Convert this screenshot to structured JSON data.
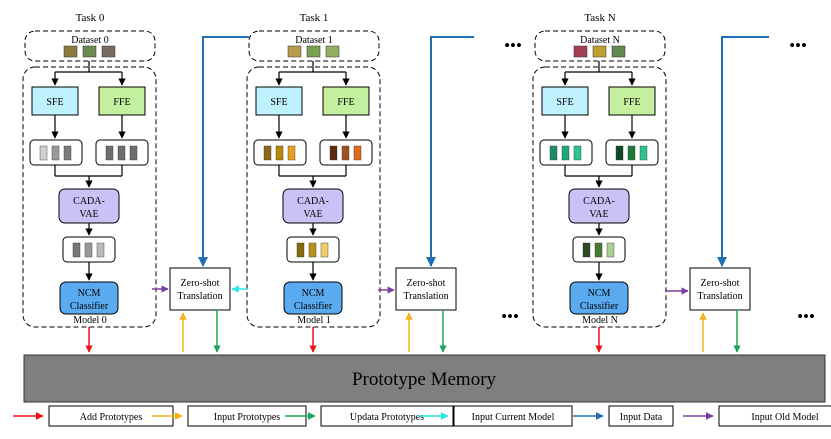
{
  "tasks": [
    {
      "title": "Task 0",
      "dataset": "Dataset 0",
      "model": "Model 0",
      "feat_colors": [
        "#d0d0d0",
        "#9a9a9a",
        "#7c7c7c"
      ],
      "frost_colors": [
        "#6e6e6e",
        "#6e6e6e",
        "#6e6e6e"
      ],
      "vae_colors": [
        "#777777",
        "#999999",
        "#bbbbbb"
      ]
    },
    {
      "title": "Task 1",
      "dataset": "Dataset 1",
      "model": "Model 1",
      "feat_colors": [
        "#8a6a14",
        "#b8860b",
        "#e8a020"
      ],
      "frost_colors": [
        "#5a2c0c",
        "#a0521e",
        "#e06818"
      ],
      "vae_colors": [
        "#8a6a10",
        "#b8901a",
        "#f0cc6a"
      ]
    },
    {
      "title": "Task N",
      "dataset": "Dataset N",
      "model": "Model N",
      "feat_colors": [
        "#1e8c6a",
        "#1fa878",
        "#2cc48c"
      ],
      "frost_colors": [
        "#0e4a26",
        "#1e7a38",
        "#2cc48c"
      ],
      "vae_colors": [
        "#2c4a20",
        "#4a7a30",
        "#a8d090"
      ]
    }
  ],
  "blocks": {
    "sfe": "SFE",
    "ffe": "FFE",
    "cada_line1": "CADA-",
    "cada_line2": "VAE",
    "ncm_line1": "NCM",
    "ncm_line2": "Classifier",
    "zs_line1": "Zero-shot",
    "zs_line2": "Translation"
  },
  "memory_label": "Prototype Memory",
  "ellipsis": "•••",
  "legend": [
    {
      "label": "Add Prototypes",
      "color": "#e8141c"
    },
    {
      "label": "Input  Prototypes",
      "color": "#f4b41c"
    },
    {
      "label": "Updata  Prototypes",
      "color": "#1aa657"
    },
    {
      "label": "Input Current Model",
      "color": "#2ee6e6"
    },
    {
      "label": "Input Data",
      "color": "#1f6fb2"
    },
    {
      "label": "Input Old Model",
      "color": "#7b3fa0"
    }
  ],
  "colors": {
    "sfe_fill": "#bff2ff",
    "ffe_fill": "#c4f0a0",
    "cada_fill": "#c9c3f5",
    "ncm_fill": "#5aaaf0",
    "memory_fill": "#7f7f7f"
  }
}
